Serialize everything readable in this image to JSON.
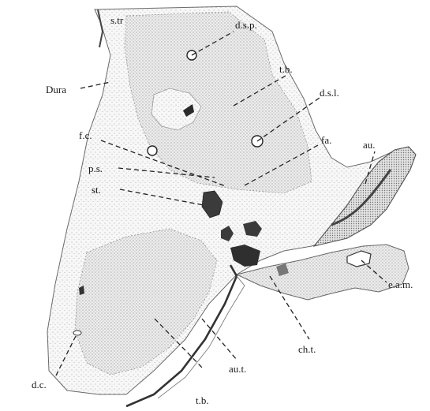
{
  "figure": {
    "labels": {
      "s_tr": "s.tr",
      "d_s_p": "d.s.p.",
      "dura": "Dura",
      "t_b_top": "t.b.",
      "d_s_l": "d.s.l.",
      "f_c": "f.c.",
      "fa": "fa.",
      "au": "au.",
      "p_s": "p.s.",
      "st": "st.",
      "e_a_m": "e.a.m.",
      "ch_t": "ch.t.",
      "d_c": "d.c.",
      "au_t": "au.t.",
      "t_b_bottom": "t.b."
    }
  }
}
